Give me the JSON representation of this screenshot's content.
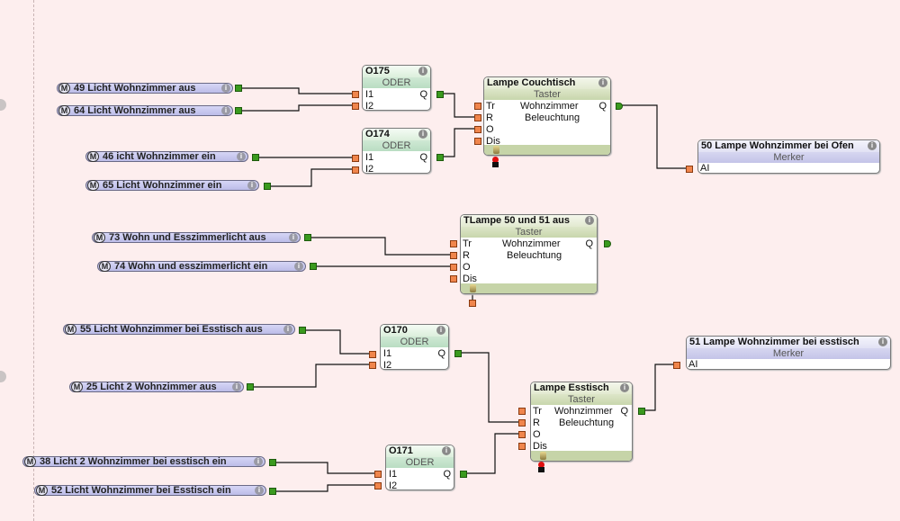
{
  "canvas": {
    "background": "#fdeeee",
    "wire_color": "#111111",
    "input_port_color": "#f0854c",
    "output_port_color": "#3a9a1e"
  },
  "markers_in": [
    {
      "id": "m49",
      "badge": "M",
      "label": "49 Licht Wohnzimmer aus",
      "info": "i"
    },
    {
      "id": "m64",
      "badge": "M",
      "label": "64 Licht Wohnzimmer aus",
      "info": "i"
    },
    {
      "id": "m46",
      "badge": "M",
      "label": "46 icht Wohnzimmer ein",
      "info": "i"
    },
    {
      "id": "m65",
      "badge": "M",
      "label": "65 Licht Wohnzimmer ein",
      "info": "i"
    },
    {
      "id": "m73",
      "badge": "M",
      "label": "73 Wohn und Esszimmerlicht aus",
      "info": "i"
    },
    {
      "id": "m74",
      "badge": "M",
      "label": "74 Wohn und esszimmerlicht ein",
      "info": "i"
    },
    {
      "id": "m55",
      "badge": "M",
      "label": "55 Licht Wohnzimmer bei Esstisch aus",
      "info": "i"
    },
    {
      "id": "m25",
      "badge": "M",
      "label": "25 Licht 2 Wohnzimmer aus",
      "info": "i"
    },
    {
      "id": "m38",
      "badge": "M",
      "label": "38 Licht 2 Wohnzimmer bei esstisch ein",
      "info": "i"
    },
    {
      "id": "m52",
      "badge": "M",
      "label": "52 Licht Wohnzimmer bei Esstisch  ein",
      "info": "i"
    }
  ],
  "oder_blocks": [
    {
      "id": "o175",
      "title": "O175",
      "type": "ODER",
      "inputs": [
        "I1",
        "I2"
      ],
      "output": "Q"
    },
    {
      "id": "o174",
      "title": "O174",
      "type": "ODER",
      "inputs": [
        "I1",
        "I2"
      ],
      "output": "Q"
    },
    {
      "id": "o170",
      "title": "O170",
      "type": "ODER",
      "inputs": [
        "I1",
        "I2"
      ],
      "output": "Q"
    },
    {
      "id": "o171",
      "title": "O171",
      "type": "ODER",
      "inputs": [
        "I1",
        "I2"
      ],
      "output": "Q"
    }
  ],
  "taster_blocks": [
    {
      "id": "t1",
      "title": "Lampe Couchtisch",
      "type": "Taster",
      "inputs": [
        "Tr",
        "R",
        "O",
        "Dis"
      ],
      "output": "Q",
      "param1": "Wohnzimmer",
      "param2": "Beleuchtung"
    },
    {
      "id": "t2",
      "title": "TLampe 50 und 51 aus",
      "type": "Taster",
      "inputs": [
        "Tr",
        "R",
        "O",
        "Dis"
      ],
      "output": "Q",
      "param1": "Wohnzimmer",
      "param2": "Beleuchtung"
    },
    {
      "id": "t3",
      "title": "Lampe Esstisch",
      "type": "Taster",
      "inputs": [
        "Tr",
        "R",
        "O",
        "Dis"
      ],
      "output": "Q",
      "param1": "Wohnzimmer",
      "param2": "Beleuchtung"
    }
  ],
  "merker_blocks": [
    {
      "id": "mk50",
      "title": "50 Lampe Wohnzimmer bei Ofen",
      "type": "Merker",
      "input": "AI"
    },
    {
      "id": "mk51",
      "title": "51 Lampe Wohnzimmer  bei esstisch",
      "type": "Merker",
      "input": "AI"
    }
  ]
}
